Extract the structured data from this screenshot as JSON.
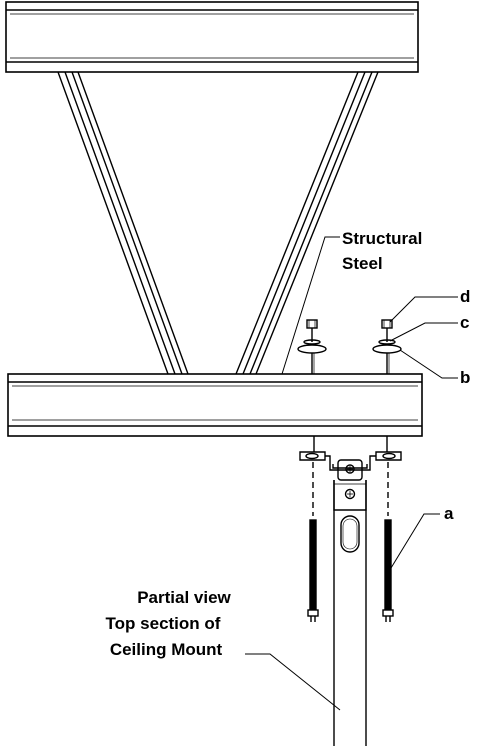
{
  "labels": {
    "structural_steel_line1": "Structural",
    "structural_steel_line2": "Steel",
    "callout_a": "a",
    "callout_b": "b",
    "callout_c": "c",
    "callout_d": "d",
    "partial_view_line1": "Partial view",
    "partial_view_line2": "Top section of",
    "partial_view_line3": "Ceiling Mount"
  },
  "colors": {
    "line": "#000000",
    "background": "#ffffff"
  }
}
